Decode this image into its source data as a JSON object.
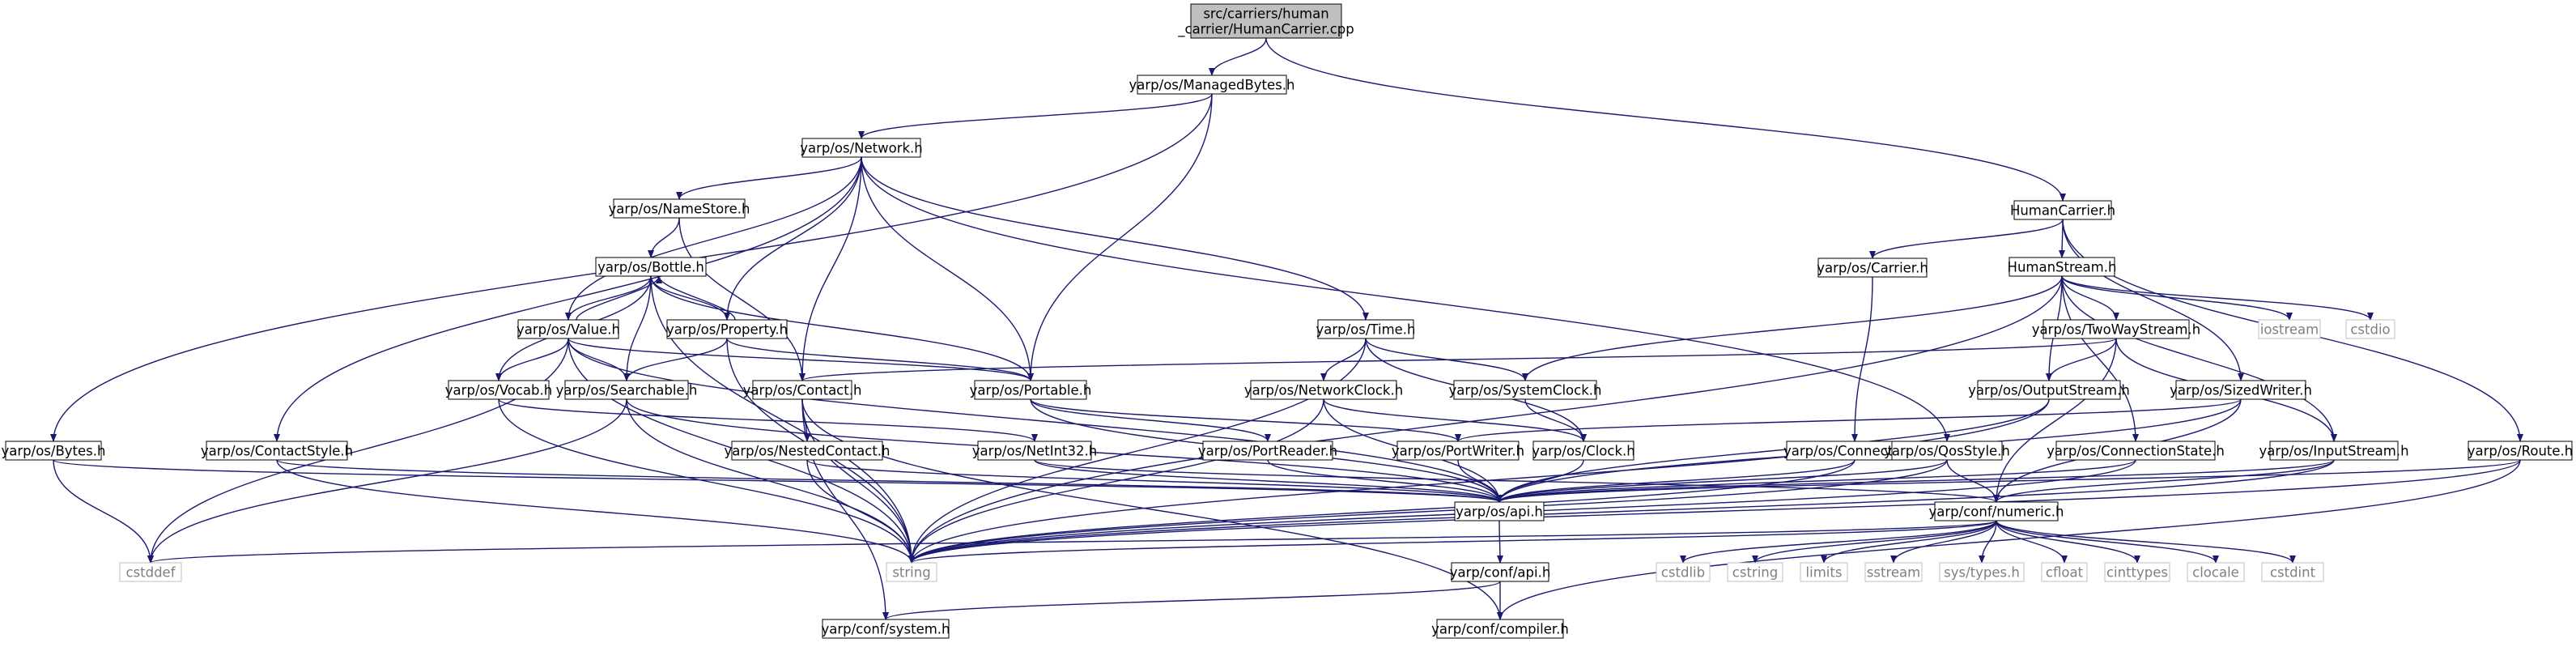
{
  "diagram": {
    "colors": {
      "edge": "#191970",
      "box_border": "#000000",
      "box_border_system": "#bfbfbf",
      "root_fill": "#bfbfbf",
      "box_fill": "#ffffff",
      "text": "#000000",
      "text_system": "#7f7f7f"
    },
    "nodes": [
      {
        "id": "root",
        "label_lines": [
          "src/carriers/human",
          "_carrier/HumanCarrier.cpp"
        ],
        "kind": "root"
      },
      {
        "id": "managedbytes",
        "label_lines": [
          "yarp/os/ManagedBytes.h"
        ],
        "kind": "header"
      },
      {
        "id": "network",
        "label_lines": [
          "yarp/os/Network.h"
        ],
        "kind": "header"
      },
      {
        "id": "humancarrier",
        "label_lines": [
          "HumanCarrier.h"
        ],
        "kind": "header"
      },
      {
        "id": "namestore",
        "label_lines": [
          "yarp/os/NameStore.h"
        ],
        "kind": "header"
      },
      {
        "id": "bottle",
        "label_lines": [
          "yarp/os/Bottle.h"
        ],
        "kind": "header"
      },
      {
        "id": "value",
        "label_lines": [
          "yarp/os/Value.h"
        ],
        "kind": "header"
      },
      {
        "id": "property",
        "label_lines": [
          "yarp/os/Property.h"
        ],
        "kind": "header"
      },
      {
        "id": "time",
        "label_lines": [
          "yarp/os/Time.h"
        ],
        "kind": "header"
      },
      {
        "id": "carrier",
        "label_lines": [
          "yarp/os/Carrier.h"
        ],
        "kind": "header"
      },
      {
        "id": "humanstream",
        "label_lines": [
          "HumanStream.h"
        ],
        "kind": "header"
      },
      {
        "id": "twowaystream",
        "label_lines": [
          "yarp/os/TwoWayStream.h"
        ],
        "kind": "header"
      },
      {
        "id": "iostream",
        "label_lines": [
          "iostream"
        ],
        "kind": "system"
      },
      {
        "id": "cstdio",
        "label_lines": [
          "cstdio"
        ],
        "kind": "system"
      },
      {
        "id": "vocab",
        "label_lines": [
          "yarp/os/Vocab.h"
        ],
        "kind": "header"
      },
      {
        "id": "searchable",
        "label_lines": [
          "yarp/os/Searchable.h"
        ],
        "kind": "header"
      },
      {
        "id": "contact",
        "label_lines": [
          "yarp/os/Contact.h"
        ],
        "kind": "header"
      },
      {
        "id": "portable",
        "label_lines": [
          "yarp/os/Portable.h"
        ],
        "kind": "header"
      },
      {
        "id": "networkclock",
        "label_lines": [
          "yarp/os/NetworkClock.h"
        ],
        "kind": "header"
      },
      {
        "id": "systemclock",
        "label_lines": [
          "yarp/os/SystemClock.h"
        ],
        "kind": "header"
      },
      {
        "id": "outputstream",
        "label_lines": [
          "yarp/os/OutputStream.h"
        ],
        "kind": "header"
      },
      {
        "id": "sizedwriter",
        "label_lines": [
          "yarp/os/SizedWriter.h"
        ],
        "kind": "header"
      },
      {
        "id": "bytes",
        "label_lines": [
          "yarp/os/Bytes.h"
        ],
        "kind": "header"
      },
      {
        "id": "contactstyle",
        "label_lines": [
          "yarp/os/ContactStyle.h"
        ],
        "kind": "header"
      },
      {
        "id": "nestedcontact",
        "label_lines": [
          "yarp/os/NestedContact.h"
        ],
        "kind": "header"
      },
      {
        "id": "netint32",
        "label_lines": [
          "yarp/os/NetInt32.h"
        ],
        "kind": "header"
      },
      {
        "id": "portreader",
        "label_lines": [
          "yarp/os/PortReader.h"
        ],
        "kind": "header"
      },
      {
        "id": "portwriter",
        "label_lines": [
          "yarp/os/PortWriter.h"
        ],
        "kind": "header"
      },
      {
        "id": "clock",
        "label_lines": [
          "yarp/os/Clock.h"
        ],
        "kind": "header"
      },
      {
        "id": "connection",
        "label_lines": [
          "yarp/os/Connection.h"
        ],
        "kind": "header"
      },
      {
        "id": "qosstyle",
        "label_lines": [
          "yarp/os/QosStyle.h"
        ],
        "kind": "header"
      },
      {
        "id": "connectionstate",
        "label_lines": [
          "yarp/os/ConnectionState.h"
        ],
        "kind": "header"
      },
      {
        "id": "inputstream",
        "label_lines": [
          "yarp/os/InputStream.h"
        ],
        "kind": "header"
      },
      {
        "id": "route",
        "label_lines": [
          "yarp/os/Route.h"
        ],
        "kind": "header"
      },
      {
        "id": "api",
        "label_lines": [
          "yarp/os/api.h"
        ],
        "kind": "header"
      },
      {
        "id": "numeric",
        "label_lines": [
          "yarp/conf/numeric.h"
        ],
        "kind": "header"
      },
      {
        "id": "cstddef",
        "label_lines": [
          "cstddef"
        ],
        "kind": "system"
      },
      {
        "id": "string",
        "label_lines": [
          "string"
        ],
        "kind": "system"
      },
      {
        "id": "confapi",
        "label_lines": [
          "yarp/conf/api.h"
        ],
        "kind": "header"
      },
      {
        "id": "cstdlib",
        "label_lines": [
          "cstdlib"
        ],
        "kind": "system"
      },
      {
        "id": "cstring",
        "label_lines": [
          "cstring"
        ],
        "kind": "system"
      },
      {
        "id": "limits",
        "label_lines": [
          "limits"
        ],
        "kind": "system"
      },
      {
        "id": "sstream",
        "label_lines": [
          "sstream"
        ],
        "kind": "system"
      },
      {
        "id": "systypes",
        "label_lines": [
          "sys/types.h"
        ],
        "kind": "system"
      },
      {
        "id": "cfloat",
        "label_lines": [
          "cfloat"
        ],
        "kind": "system"
      },
      {
        "id": "cinttypes",
        "label_lines": [
          "cinttypes"
        ],
        "kind": "system"
      },
      {
        "id": "clocale",
        "label_lines": [
          "clocale"
        ],
        "kind": "system"
      },
      {
        "id": "cstdint",
        "label_lines": [
          "cstdint"
        ],
        "kind": "system"
      },
      {
        "id": "confsystem",
        "label_lines": [
          "yarp/conf/system.h"
        ],
        "kind": "header"
      },
      {
        "id": "compiler",
        "label_lines": [
          "yarp/conf/compiler.h"
        ],
        "kind": "header"
      }
    ],
    "edges": [
      [
        "root",
        "managedbytes"
      ],
      [
        "root",
        "humancarrier"
      ],
      [
        "managedbytes",
        "bytes"
      ],
      [
        "managedbytes",
        "network"
      ],
      [
        "managedbytes",
        "portable"
      ],
      [
        "network",
        "contactstyle"
      ],
      [
        "network",
        "value"
      ],
      [
        "network",
        "namestore"
      ],
      [
        "network",
        "property"
      ],
      [
        "network",
        "contact"
      ],
      [
        "network",
        "portable"
      ],
      [
        "network",
        "time"
      ],
      [
        "network",
        "qosstyle"
      ],
      [
        "namestore",
        "bottle"
      ],
      [
        "namestore",
        "contact"
      ],
      [
        "bottle",
        "value"
      ],
      [
        "bottle",
        "vocab"
      ],
      [
        "bottle",
        "property"
      ],
      [
        "bottle",
        "searchable"
      ],
      [
        "bottle",
        "portable"
      ],
      [
        "bottle",
        "string"
      ],
      [
        "value",
        "bottle"
      ],
      [
        "value",
        "vocab"
      ],
      [
        "value",
        "searchable"
      ],
      [
        "value",
        "portable"
      ],
      [
        "value",
        "cstddef"
      ],
      [
        "value",
        "string"
      ],
      [
        "value",
        "api"
      ],
      [
        "property",
        "bottle"
      ],
      [
        "property",
        "searchable"
      ],
      [
        "property",
        "portable"
      ],
      [
        "property",
        "string"
      ],
      [
        "vocab",
        "netint32"
      ],
      [
        "vocab",
        "string"
      ],
      [
        "searchable",
        "api"
      ],
      [
        "searchable",
        "string"
      ],
      [
        "searchable",
        "cstddef"
      ],
      [
        "contact",
        "nestedcontact"
      ],
      [
        "contact",
        "string"
      ],
      [
        "contact",
        "confsystem"
      ],
      [
        "contact",
        "compiler"
      ],
      [
        "portable",
        "portreader"
      ],
      [
        "portable",
        "portwriter"
      ],
      [
        "portable",
        "api"
      ],
      [
        "time",
        "networkclock"
      ],
      [
        "time",
        "systemclock"
      ],
      [
        "time",
        "clock"
      ],
      [
        "time",
        "string"
      ],
      [
        "networkclock",
        "clock"
      ],
      [
        "networkclock",
        "api"
      ],
      [
        "networkclock",
        "string"
      ],
      [
        "systemclock",
        "clock"
      ],
      [
        "humancarrier",
        "carrier"
      ],
      [
        "humancarrier",
        "humanstream"
      ],
      [
        "humancarrier",
        "sizedwriter"
      ],
      [
        "humancarrier",
        "route"
      ],
      [
        "carrier",
        "connection"
      ],
      [
        "humanstream",
        "twowaystream"
      ],
      [
        "humanstream",
        "systemclock"
      ],
      [
        "humanstream",
        "outputstream"
      ],
      [
        "humanstream",
        "inputstream"
      ],
      [
        "humanstream",
        "connectionstate"
      ],
      [
        "humanstream",
        "iostream"
      ],
      [
        "humanstream",
        "cstdio"
      ],
      [
        "humanstream",
        "string"
      ],
      [
        "twowaystream",
        "contact"
      ],
      [
        "twowaystream",
        "outputstream"
      ],
      [
        "twowaystream",
        "inputstream"
      ],
      [
        "twowaystream",
        "numeric"
      ],
      [
        "outputstream",
        "api"
      ],
      [
        "outputstream",
        "string"
      ],
      [
        "sizedwriter",
        "portwriter"
      ],
      [
        "sizedwriter",
        "api"
      ],
      [
        "sizedwriter",
        "numeric"
      ],
      [
        "bytes",
        "cstddef"
      ],
      [
        "bytes",
        "api"
      ],
      [
        "contactstyle",
        "string"
      ],
      [
        "contactstyle",
        "api"
      ],
      [
        "nestedcontact",
        "api"
      ],
      [
        "nestedcontact",
        "string"
      ],
      [
        "netint32",
        "api"
      ],
      [
        "netint32",
        "numeric"
      ],
      [
        "portreader",
        "api"
      ],
      [
        "portwriter",
        "api"
      ],
      [
        "clock",
        "api"
      ],
      [
        "connection",
        "api"
      ],
      [
        "connection",
        "string"
      ],
      [
        "qosstyle",
        "api"
      ],
      [
        "qosstyle",
        "numeric"
      ],
      [
        "qosstyle",
        "string"
      ],
      [
        "connectionstate",
        "api"
      ],
      [
        "connectionstate",
        "string"
      ],
      [
        "inputstream",
        "api"
      ],
      [
        "inputstream",
        "numeric"
      ],
      [
        "inputstream",
        "string"
      ],
      [
        "route",
        "api"
      ],
      [
        "route",
        "string"
      ],
      [
        "route",
        "compiler"
      ],
      [
        "api",
        "confapi"
      ],
      [
        "numeric",
        "cstddef"
      ],
      [
        "numeric",
        "string"
      ],
      [
        "numeric",
        "cstdlib"
      ],
      [
        "numeric",
        "cstring"
      ],
      [
        "numeric",
        "limits"
      ],
      [
        "numeric",
        "sstream"
      ],
      [
        "numeric",
        "systypes"
      ],
      [
        "numeric",
        "cfloat"
      ],
      [
        "numeric",
        "cinttypes"
      ],
      [
        "numeric",
        "clocale"
      ],
      [
        "numeric",
        "cstdint"
      ],
      [
        "confapi",
        "confsystem"
      ],
      [
        "confapi",
        "compiler"
      ]
    ]
  }
}
